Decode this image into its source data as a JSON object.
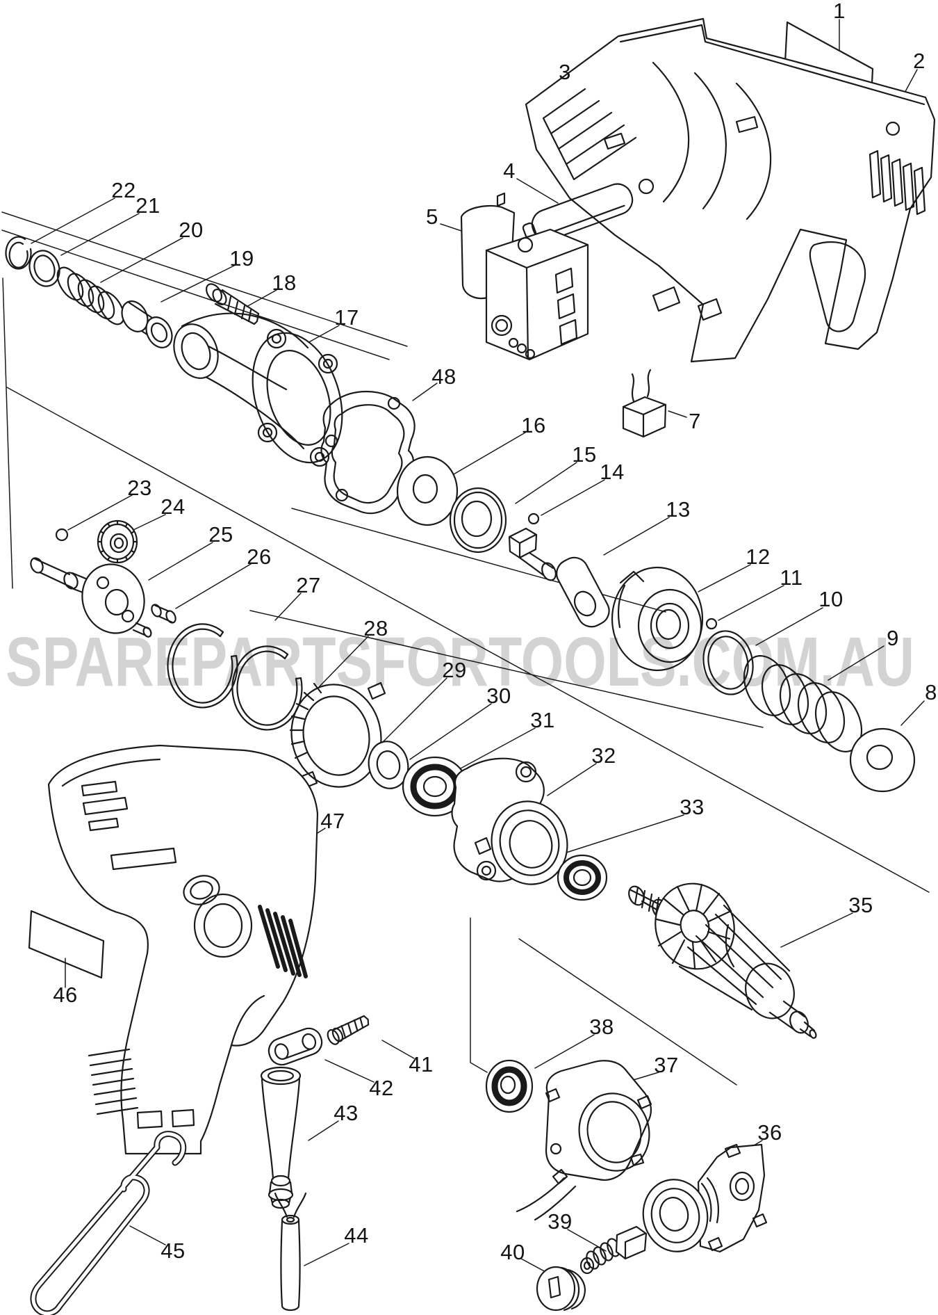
{
  "watermark": {
    "text": "SPAREPARTSFORTOOLS.COM.AU",
    "color": "#d3d3d3"
  },
  "parts": {
    "labels": [
      "1",
      "2",
      "3",
      "4",
      "5",
      "7",
      "8",
      "9",
      "10",
      "11",
      "12",
      "13",
      "14",
      "15",
      "16",
      "17",
      "18",
      "19",
      "20",
      "21",
      "22",
      "23",
      "24",
      "25",
      "26",
      "27",
      "28",
      "29",
      "30",
      "31",
      "32",
      "33",
      "35",
      "36",
      "37",
      "38",
      "39",
      "40",
      "41",
      "42",
      "43",
      "44",
      "45",
      "46",
      "47",
      "48"
    ]
  }
}
